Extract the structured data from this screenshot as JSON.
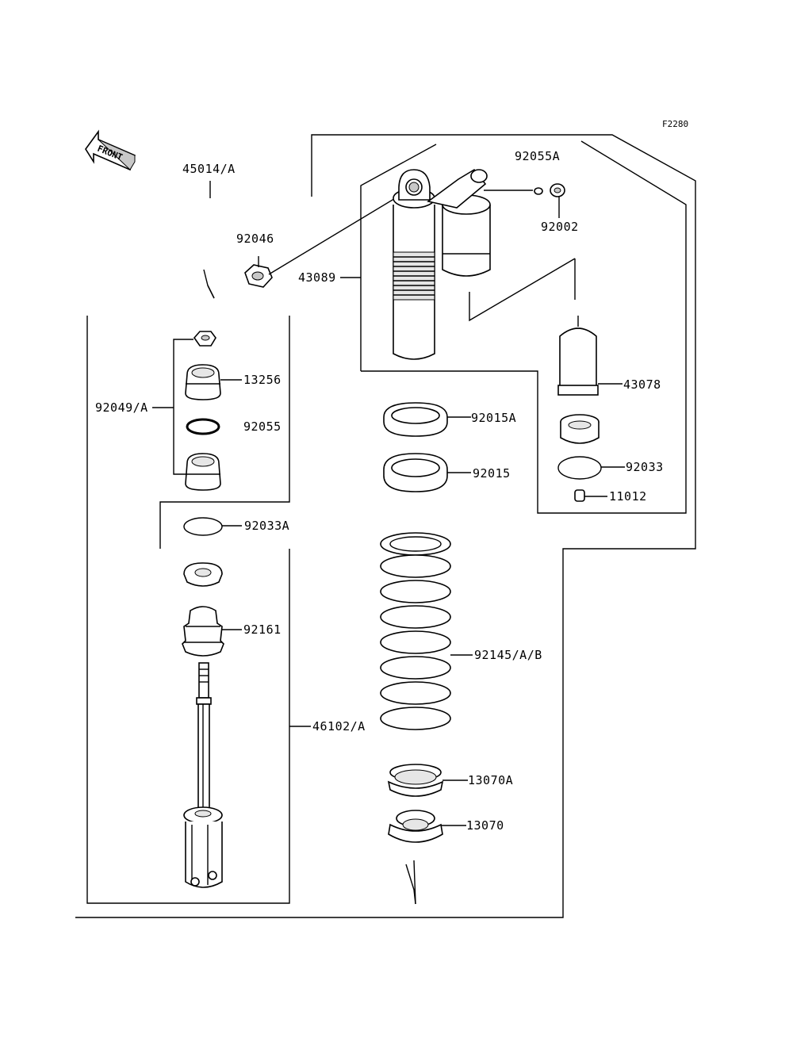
{
  "figure_code": "F2280",
  "front_arrow_text": "FRONT",
  "parts": {
    "p45014A": "45014/A",
    "p92046": "92046",
    "p92049A": "92049/A",
    "p13256": "13256",
    "p92055": "92055",
    "p92033A": "92033A",
    "p92161": "92161",
    "p46102A": "46102/A",
    "p92055A": "92055A",
    "p92002": "92002",
    "p43089": "43089",
    "p43078": "43078",
    "p92015A": "92015A",
    "p92015": "92015",
    "p92033": "92033",
    "p11012": "11012",
    "p92145AB": "92145/A/B",
    "p13070A": "13070A",
    "p13070": "13070"
  }
}
